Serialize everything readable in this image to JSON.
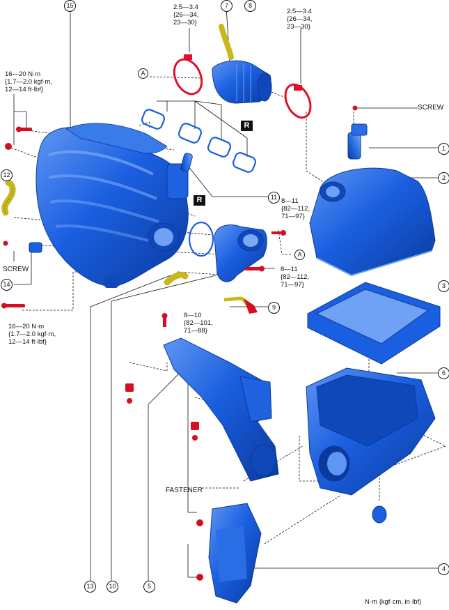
{
  "colors": {
    "part_blue": "#1a5fe0",
    "part_dark": "#0b3a9e",
    "part_light": "#6fa2f5",
    "clamp_red": "#e0102a",
    "hose_yellow": "#c8b81e",
    "bolt_red": "#d41020"
  },
  "torque": {
    "clamp_left": "2.5—3.4\n{26—34,\n23—30}",
    "clamp_right": "2.5—3.4\n{26—34,\n23—30}",
    "manifold_top": "16—20 N·m\n{1.7—2.0 kgf·m,\n12—14 ft·lbf}",
    "manifold_bottom": "16—20 N·m\n{1.7—2.0 kgf·m,\n12—14 ft·lbf}",
    "throttle_upper": "8—11\n{82—112,\n71—97}",
    "throttle_lower": "8—11\n{82—112,\n71—97}",
    "duct_bolt": "8—10\n{82—101,\n71—88}"
  },
  "labels": {
    "screw_top": "SCREW",
    "screw_left": "SCREW",
    "fastener": "FASTENER",
    "units": "N·m {kgf·cm, in·lbf}",
    "ref_a": "A",
    "ref_r": "R"
  },
  "callouts": {
    "c1": "1",
    "c2": "2",
    "c3": "3",
    "c4": "4",
    "c5": "5",
    "c6": "6",
    "c7": "7",
    "c8": "8",
    "c9": "9",
    "c10": "10",
    "c11": "11",
    "c12": "12",
    "c13": "13",
    "c14": "14",
    "c15": "15"
  }
}
